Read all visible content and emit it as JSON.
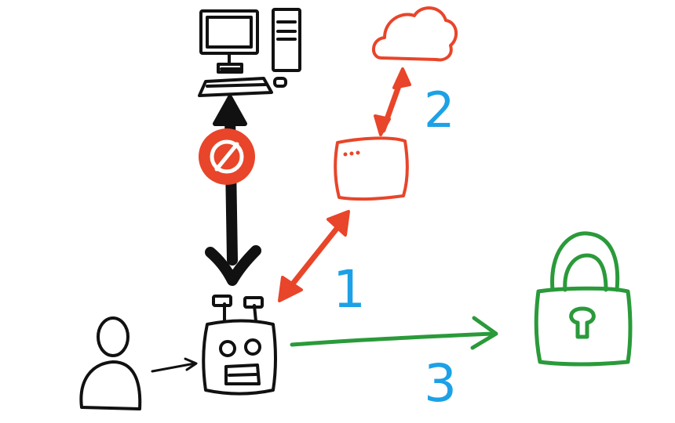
{
  "colors": {
    "ink": "#111111",
    "server_orange": "#e8452a",
    "secure_green": "#2a9a3a",
    "step_blue": "#1da1e6",
    "blocked_red": "#e8452a",
    "background": "#ffffff"
  },
  "steps": {
    "step1": "1",
    "step2": "2",
    "step3": "3"
  },
  "icons": {
    "computer": "desktop-computer-icon",
    "cloud": "cloud-icon",
    "server": "server-window-icon",
    "robot": "robot-icon",
    "user": "user-icon",
    "lock": "padlock-icon",
    "blocked": "no-entry-icon"
  }
}
